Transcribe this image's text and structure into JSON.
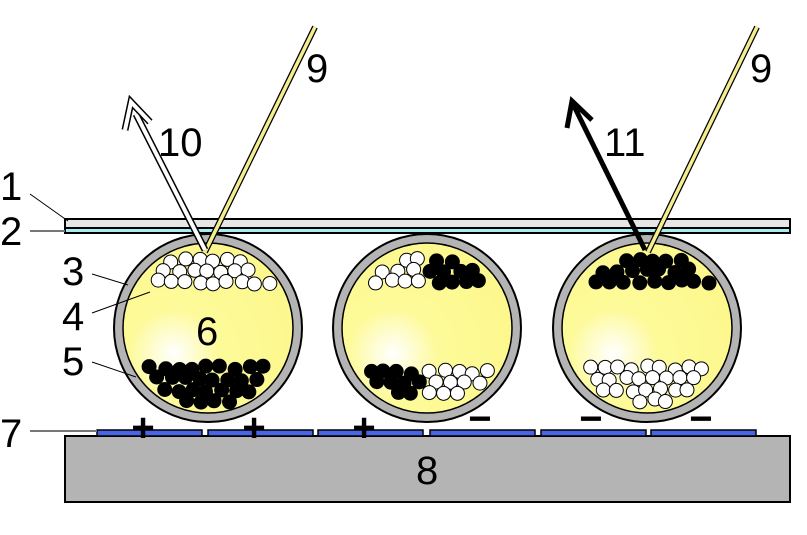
{
  "labels": {
    "l1": "1",
    "l2": "2",
    "l3": "3",
    "l4": "4",
    "l5": "5",
    "l6": "6",
    "l7": "7",
    "l8": "8",
    "l9a": "9",
    "l9b": "9",
    "l10": "10",
    "l11": "11"
  },
  "electrode_signs": [
    "+",
    "+",
    "+",
    "−",
    "−",
    "−"
  ],
  "capsules": [
    {
      "name": "capsule-white-state",
      "top": "white",
      "bottom": "black"
    },
    {
      "name": "capsule-mixed-state",
      "top_left": "white",
      "top_right": "black",
      "bottom_left": "black",
      "bottom_right": "white"
    },
    {
      "name": "capsule-black-state",
      "top": "black",
      "bottom": "white"
    }
  ],
  "colors": {
    "fluid": "#fdfa9a",
    "shell": "#b4b4b4",
    "electrode": "#4a64e6",
    "substrate": "#b4b4b4",
    "incident_ray": "#f5ee90",
    "cover": "#e6e6e6",
    "cover_layer": "#a6ecf3"
  }
}
